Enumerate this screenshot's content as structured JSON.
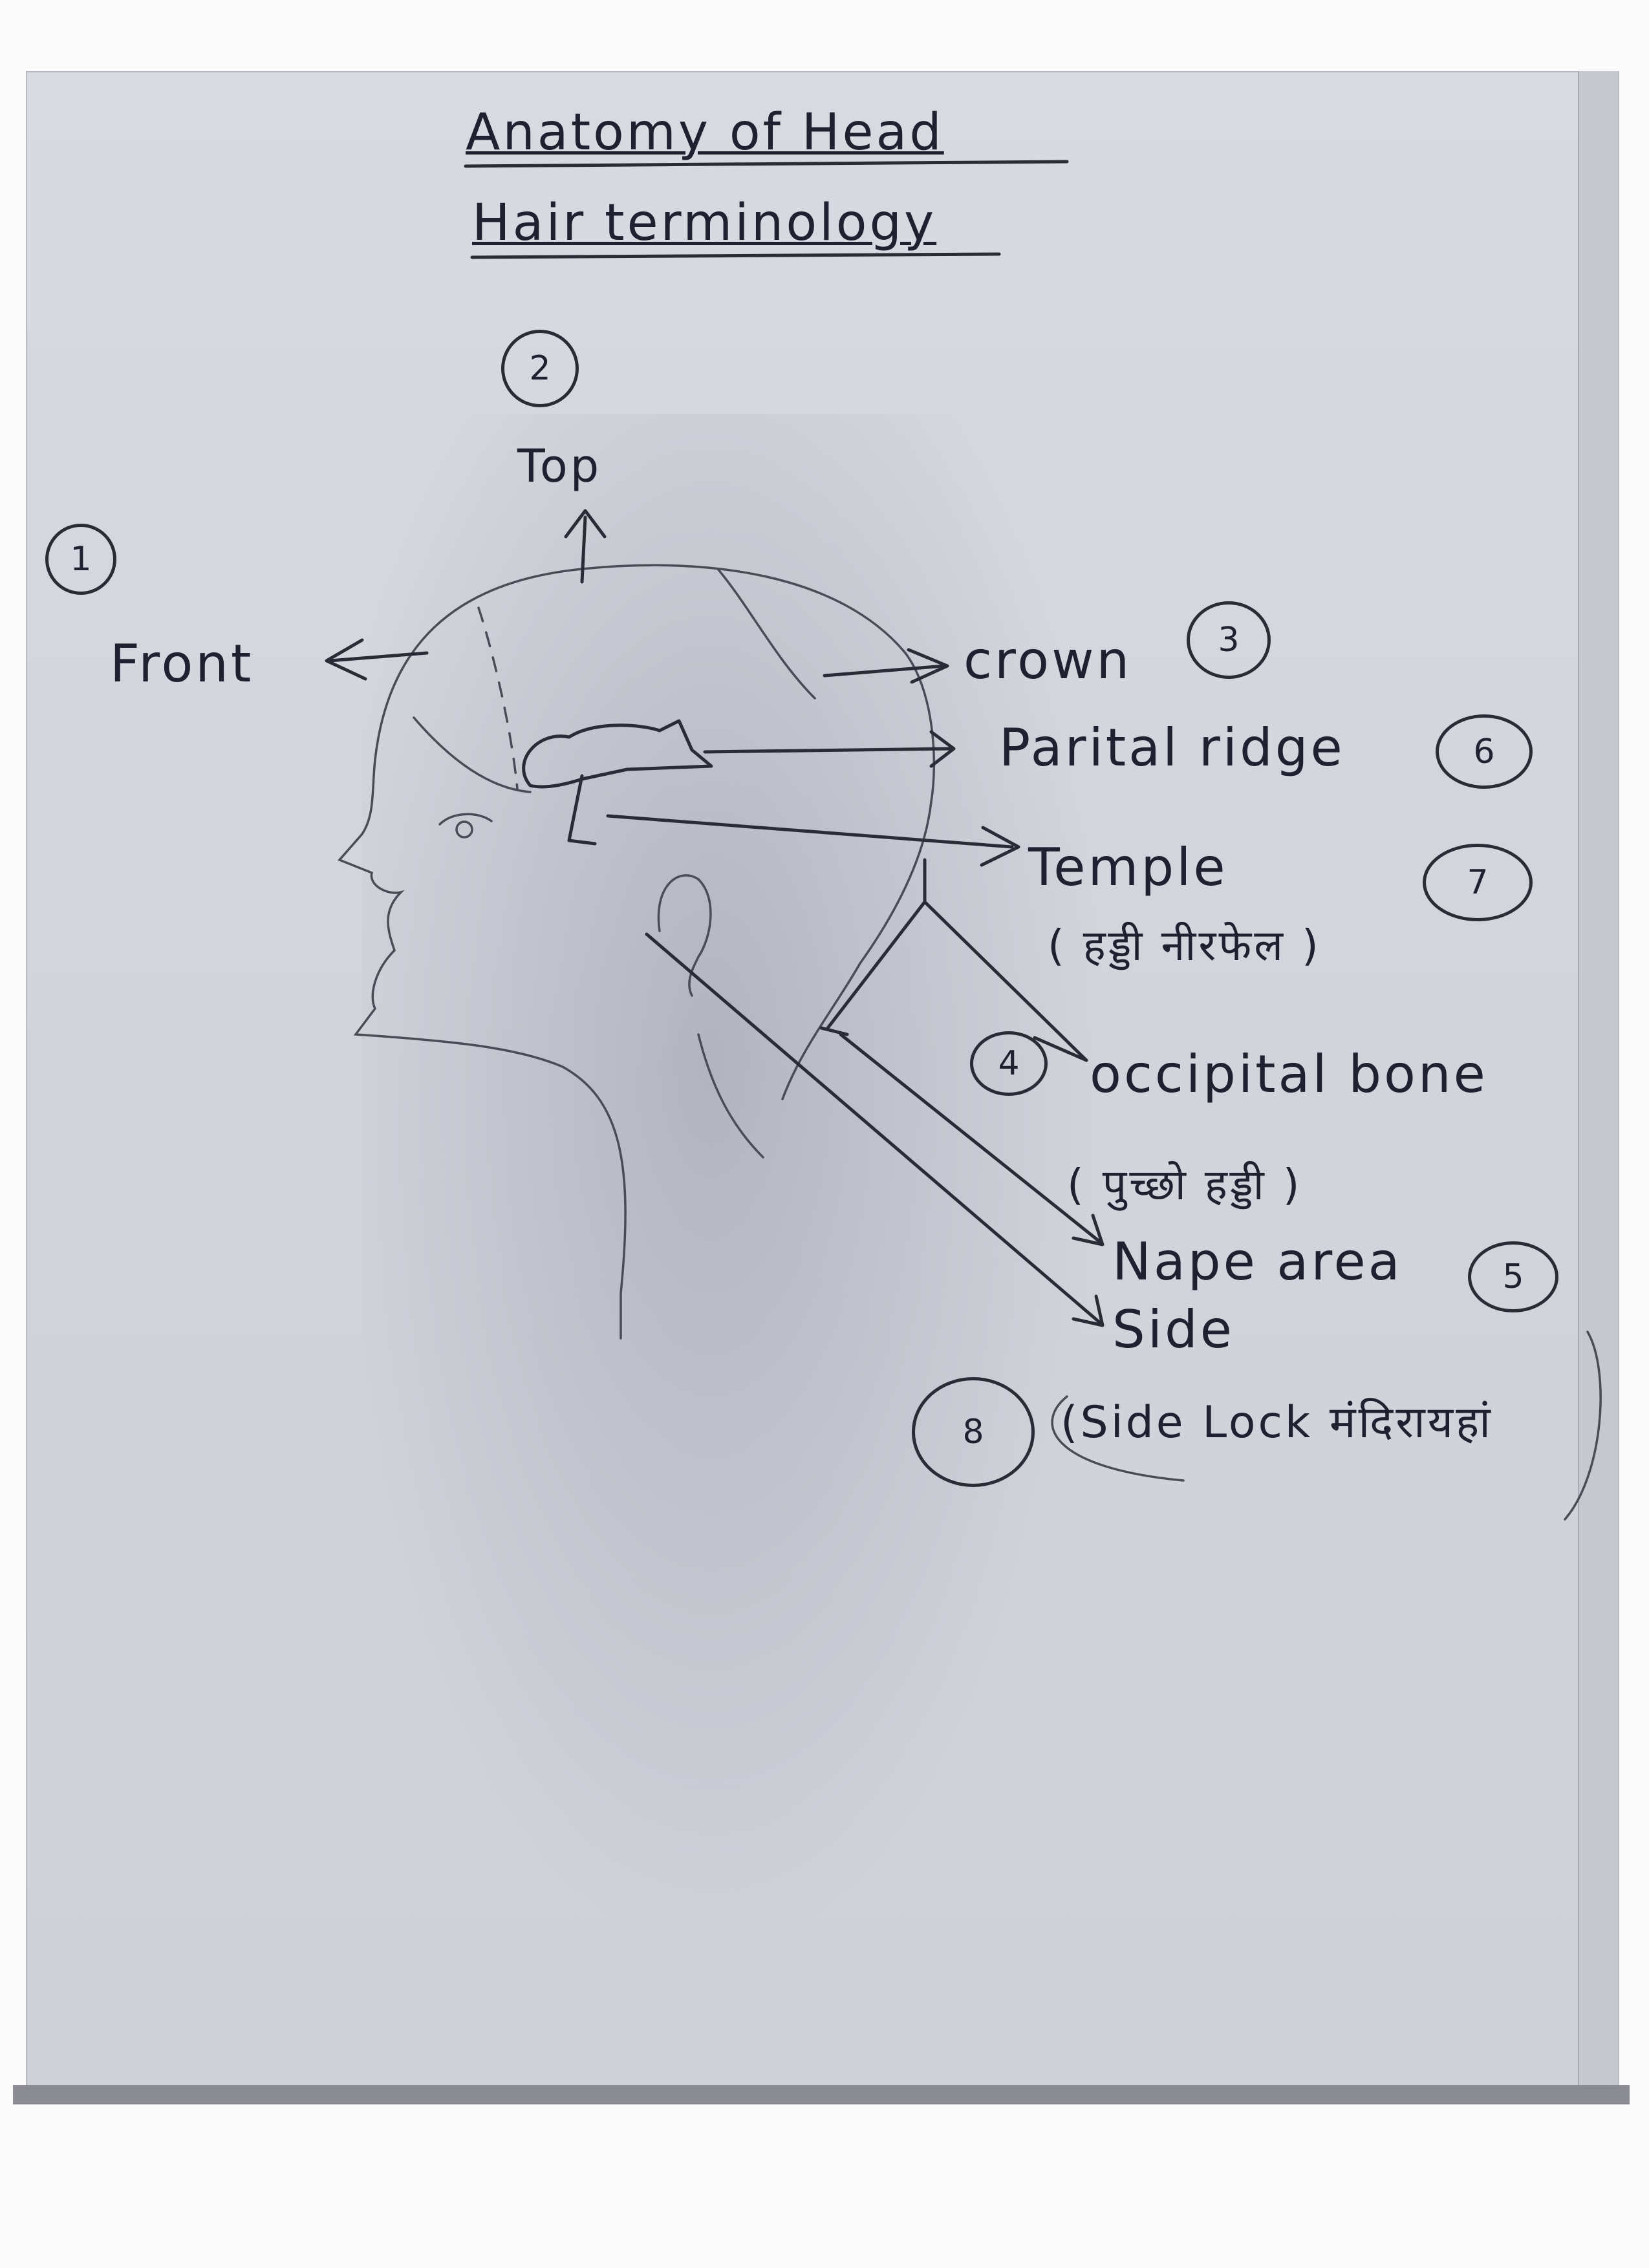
{
  "title": {
    "line1": "Anatomy of Head",
    "line2": "Hair terminology"
  },
  "labels": {
    "top": "Top",
    "front": "Front",
    "crown": "crown",
    "parietal_ridge": "Parital ridge",
    "temple": "Temple",
    "temple_hindi": "( हड्डी नीरफेल )",
    "occipital_bone": "occipital bone",
    "occipital_hindi": "( पुच्छो हड्डी )",
    "nape_area": "Nape area",
    "side": "Side",
    "side_lock": "(Side Lock मंदिरायहां"
  },
  "numbers": {
    "front": "1",
    "top": "2",
    "crown": "3",
    "occipital_bone": "4",
    "nape_area": "5",
    "parietal_ridge": "6",
    "temple": "7",
    "side": "8"
  }
}
